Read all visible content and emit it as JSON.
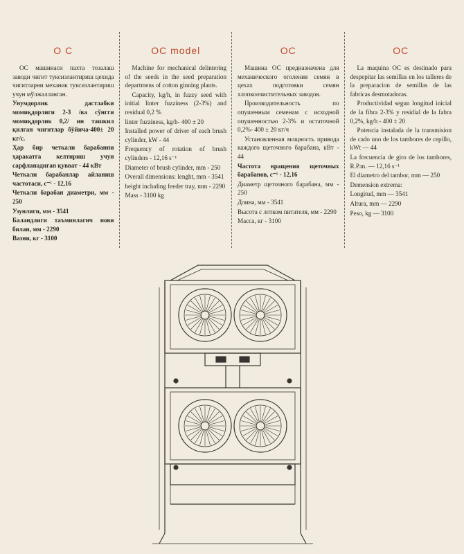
{
  "columns": [
    {
      "title": "О С",
      "paragraphs": [
        {
          "text": "ОС машинаси пахта тозалаш заводи чигит туксизлантириш цехида чигитларни механик туксизлантириш учун мўлжалланган.",
          "bold": false
        },
        {
          "text": "Унумдорлик дастлабки момиқдорлиги 2-3 /ва сўнгги момиқдорлик 0,2/ ин ташкил қилган чигитлар бўйича-400± 20 кг/с.",
          "bold": true
        },
        {
          "text": "Ҳар бир четкали барабанни ҳаракатга келтириш учун сарфланадиган қувват - 44 кВт",
          "bold": true
        },
        {
          "text": "Четкали барабанлар айланиш частотаси, с⁻¹ - 12,16",
          "bold": true
        },
        {
          "text": "Четкали барабан диаметри, мм - 250",
          "bold": true
        },
        {
          "text": "Узунлиги, мм - 3541",
          "bold": true
        },
        {
          "text": "Баландлиги таъминлагич нови билан, мм - 2290",
          "bold": true
        },
        {
          "text": "Вазни, кг - 3100",
          "bold": true
        }
      ]
    },
    {
      "title": "ОС model",
      "paragraphs": [
        {
          "text": "Machine for mechanical delintering of the seeds in the seed preparation departmens of cotton ginning plants.",
          "bold": false
        },
        {
          "text": "Capacity, kg/h, in fuzzy seed with initial linter fuzziness (2-3%) and residual 0,2 %",
          "bold": false
        },
        {
          "text": "linter fuzziness, kg/h- 400 ± 20",
          "bold": false
        },
        {
          "text": "Installed power of driver of each brush cylinder, kW - 44",
          "bold": false
        },
        {
          "text": "Frequency of rotation of brush cylinders - 12,16 s⁻¹",
          "bold": false
        },
        {
          "text": "Diameter of brush cylinder, mm - 250",
          "bold": false
        },
        {
          "text": "Overall dimensions: lenght, mm - 3541",
          "bold": false
        },
        {
          "text": "height including feeder tray, mm - 2290",
          "bold": false
        },
        {
          "text": "Mass - 3100 kg",
          "bold": false
        }
      ]
    },
    {
      "title": "ОС",
      "paragraphs": [
        {
          "text": "Машина ОС предназначена для механического оголения семян в цехах подготовки семян хлопкоочистительных заводов.",
          "bold": false
        },
        {
          "text": "Производительность по опушенным семенам с исходной опушенностью 2-3% и остаточной 0,2%- 400 ± 20 кг/ч",
          "bold": false
        },
        {
          "text": "Установленная мощность привода каждого щеточного барабана, кВт - 44",
          "bold": false
        },
        {
          "text": "Частота вращения щеточных барабанов, с⁻¹ - 12,16",
          "bold": true
        },
        {
          "text": "Диаметр щеточного барабана, мм - 250",
          "bold": false
        },
        {
          "text": "Длина, мм - 3541",
          "bold": false
        },
        {
          "text": "Высота с лотком питателя, мм - 2290",
          "bold": false
        },
        {
          "text": "Масса, кг - 3100",
          "bold": false
        }
      ]
    },
    {
      "title": "ОС",
      "paragraphs": [
        {
          "text": "La maquina OC es destinado para despepitar las semillas en los talleres de la preparacion de semillas de las fabricas desmotadoras.",
          "bold": false
        },
        {
          "text": "Productividad segun longitud inicial de la fibra 2-3% y residial de la fabra 0,2%, kg/h - 400 ± 20",
          "bold": false
        },
        {
          "text": "Potencia instalada de la transmision de cado uno de los tambores de cepillo, kWt — 44",
          "bold": false
        },
        {
          "text": "La frecuencia de giro de los tambores, R.P.m. — 12,16 s⁻¹",
          "bold": false
        },
        {
          "text": "El diametro del tambor, mm — 250",
          "bold": false
        },
        {
          "text": "Demension extrema:",
          "bold": false
        },
        {
          "text": "Longitud, mm — 3541",
          "bold": false
        },
        {
          "text": "Altura, mm — 2290",
          "bold": false
        },
        {
          "text": "Peso, kg — 3100",
          "bold": false
        }
      ]
    }
  ],
  "figure": {
    "icon": "delinter-machine-drawing-icon"
  }
}
